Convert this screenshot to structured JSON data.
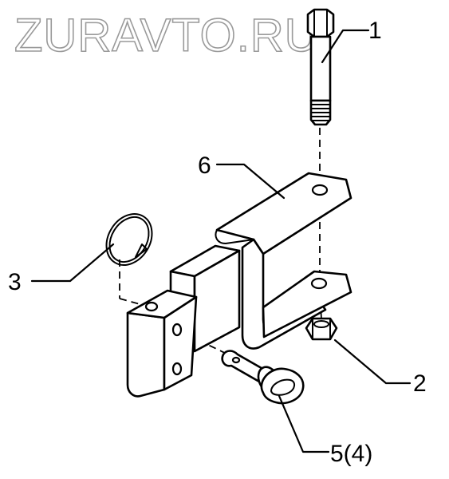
{
  "watermark": "ZURAVTO.RU",
  "callouts": {
    "c1": "1",
    "c2": "2",
    "c3": "3",
    "c4": "5(4)",
    "c6": "6"
  },
  "colors": {
    "line": "#000000",
    "watermark_outline": "#9a9a9a",
    "background": "#ffffff"
  }
}
